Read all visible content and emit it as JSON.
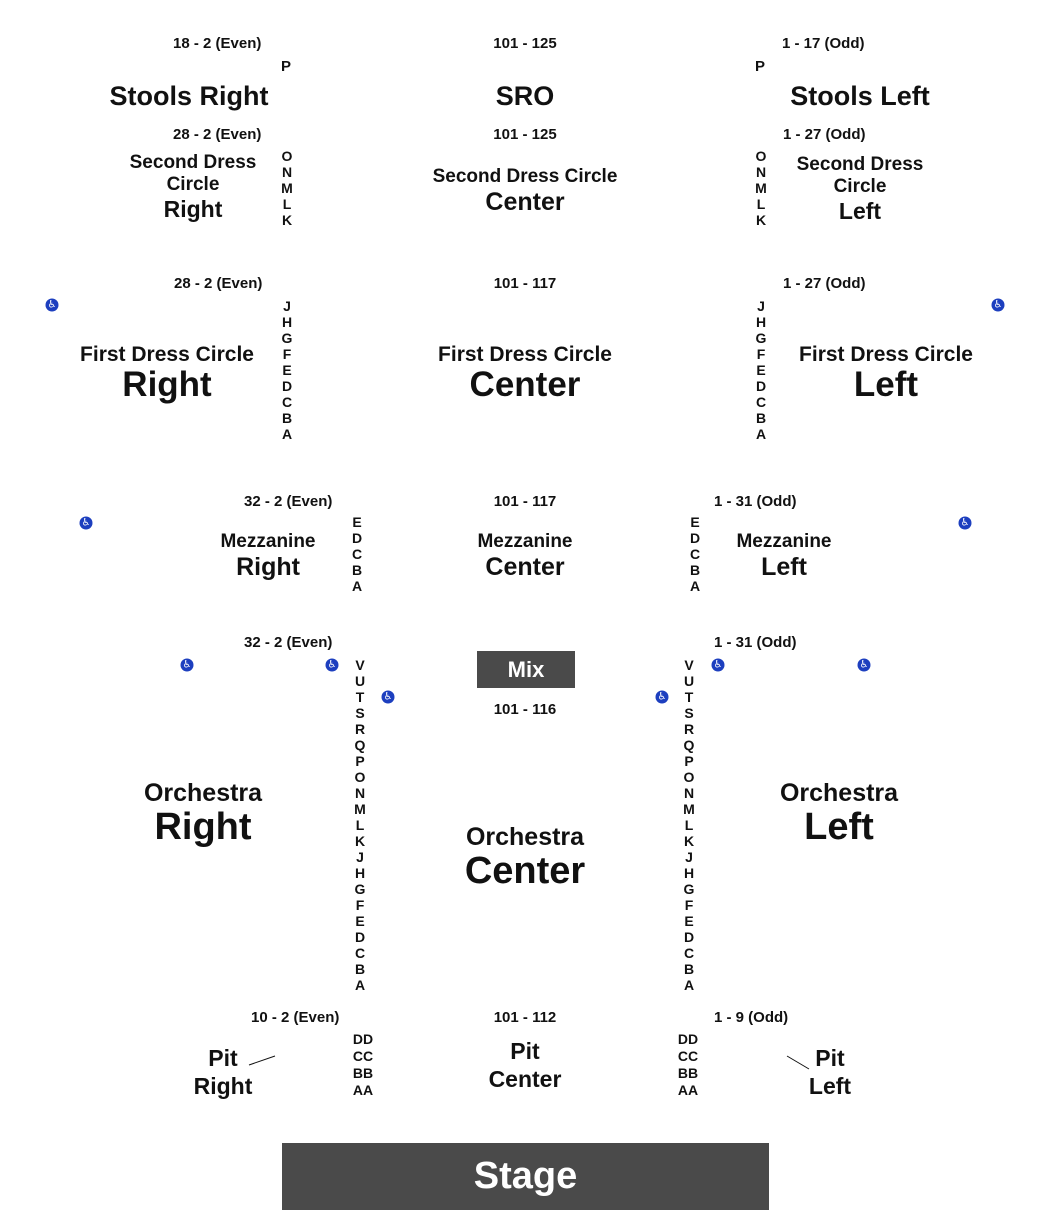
{
  "sections": {
    "stools_right": {
      "range": "18 - 2 (Even)",
      "row": "P",
      "label": "Stools Right"
    },
    "sro": {
      "range": "101 - 125",
      "label": "SRO"
    },
    "stools_left": {
      "range": "1 - 17 (Odd)",
      "row": "P",
      "label": "Stools Left"
    },
    "sdc_right": {
      "range": "28 - 2 (Even)",
      "line1": "Second Dress",
      "line2": "Circle",
      "line3": "Right"
    },
    "sdc_center": {
      "range": "101 - 125",
      "line1": "Second Dress Circle",
      "line2": "Center"
    },
    "sdc_left": {
      "range": "1 - 27 (Odd)",
      "line1": "Second Dress",
      "line2": "Circle",
      "line3": "Left"
    },
    "fdc_right": {
      "range": "28 - 2 (Even)",
      "line1": "First Dress Circle",
      "line2": "Right"
    },
    "fdc_center": {
      "range": "101 - 117",
      "line1": "First Dress Circle",
      "line2": "Center"
    },
    "fdc_left": {
      "range": "1 - 27 (Odd)",
      "line1": "First Dress Circle",
      "line2": "Left"
    },
    "mez_right": {
      "range": "32 - 2 (Even)",
      "line1": "Mezzanine",
      "line2": "Right"
    },
    "mez_center": {
      "range": "101 - 117",
      "line1": "Mezzanine",
      "line2": "Center"
    },
    "mez_left": {
      "range": "1 - 31 (Odd)",
      "line1": "Mezzanine",
      "line2": "Left"
    },
    "orch_right": {
      "range": "32 - 2 (Even)",
      "line1": "Orchestra",
      "line2": "Right"
    },
    "orch_center": {
      "range": "101 - 116",
      "line1": "Orchestra",
      "line2": "Center"
    },
    "orch_left": {
      "range": "1 - 31 (Odd)",
      "line1": "Orchestra",
      "line2": "Left"
    },
    "pit_right": {
      "range": "10 - 2 (Even)",
      "line1": "Pit",
      "line2": "Right"
    },
    "pit_center": {
      "range": "101 - 112",
      "line1": "Pit",
      "line2": "Center"
    },
    "pit_left": {
      "range": "1 - 9 (Odd)",
      "line1": "Pit",
      "line2": "Left"
    }
  },
  "rows": {
    "second_dress": [
      "O",
      "N",
      "M",
      "L",
      "K"
    ],
    "first_dress": [
      "J",
      "H",
      "G",
      "F",
      "E",
      "D",
      "C",
      "B",
      "A"
    ],
    "mezzanine": [
      "E",
      "D",
      "C",
      "B",
      "A"
    ],
    "orchestra": [
      "V",
      "U",
      "T",
      "S",
      "R",
      "Q",
      "P",
      "O",
      "N",
      "M",
      "L",
      "K",
      "J",
      "H",
      "G",
      "F",
      "E",
      "D",
      "C",
      "B",
      "A"
    ],
    "pit": [
      "DD",
      "CC",
      "BB",
      "AA"
    ]
  },
  "mix_label": "Mix",
  "stage_label": "Stage",
  "wheelchair_icon": "wheelchair-accessible-icon",
  "colors": {
    "box": "#4a4a4a",
    "accessible": "#1d3fbf"
  }
}
